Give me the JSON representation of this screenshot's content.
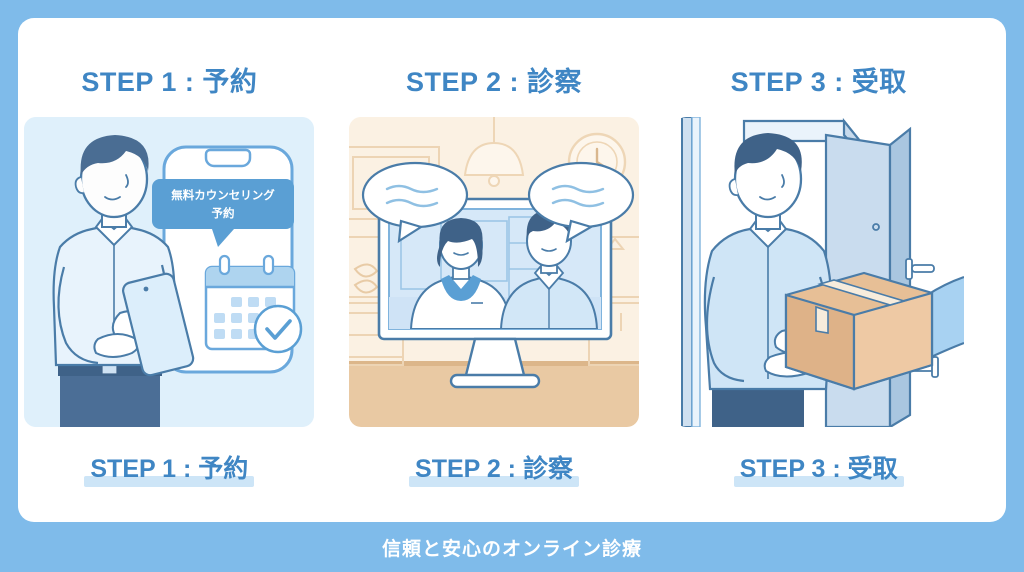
{
  "theme": {
    "outer_background": "#7fbbea",
    "card_background": "#ffffff",
    "accent_blue": "#3f86c4",
    "highlight_blue": "#cde5f7",
    "panel1_background": "#dff0fb",
    "panel2_background": "#fcf1e2",
    "panel2_floor": "#e9c9a3",
    "panel3_background": "#ffffff",
    "bubble_blue": "#5a9fd4",
    "box_tan": "#e7bf96",
    "footer_background": "#7fbbea",
    "footer_text_color": "#ffffff"
  },
  "steps": [
    {
      "id": "step-1",
      "title": "STEP 1 : 予約",
      "caption": "STEP 1 : 予約",
      "illustration": {
        "name": "man-booking-on-smartphone",
        "bubble_line1": "無料カウンセリング",
        "bubble_line2": "予約",
        "elements": [
          "man",
          "smartphone",
          "speech-bubble",
          "calendar",
          "check-circle"
        ]
      }
    },
    {
      "id": "step-2",
      "title": "STEP 2 : 診察",
      "caption": "STEP 2 : 診察",
      "illustration": {
        "name": "online-consultation-on-monitor",
        "elements": [
          "monitor",
          "doctor",
          "patient",
          "speech-bubble-left",
          "speech-bubble-right",
          "pendant-lamp",
          "wall-clock",
          "shelves"
        ]
      }
    },
    {
      "id": "step-3",
      "title": "STEP 3 : 受取",
      "caption": "STEP 3 : 受取",
      "illustration": {
        "name": "parcel-handover-at-door",
        "elements": [
          "man",
          "cardboard-box",
          "delivery-hand",
          "door",
          "door-handle"
        ]
      }
    }
  ],
  "footer": {
    "text": "信頼と安心のオンライン診療"
  }
}
